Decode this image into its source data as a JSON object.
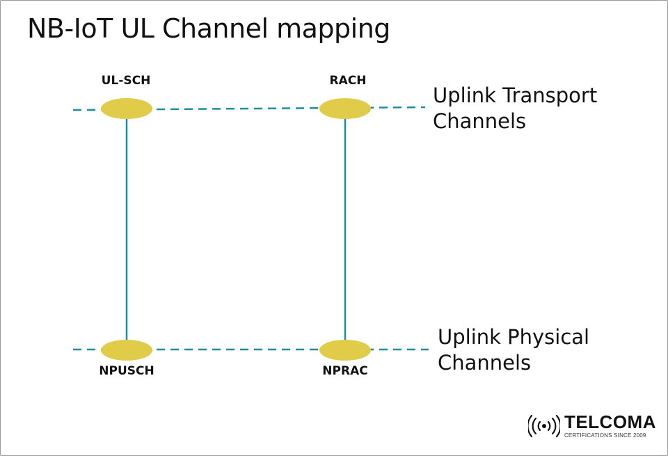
{
  "title": "NB-IoT UL Channel mapping",
  "colors": {
    "node_fill": "#e0cc48",
    "link_line": "#1a8ea4",
    "text": "#111111"
  },
  "transport_layer": {
    "label_line1": "Uplink Transport",
    "label_line2": "Channels",
    "nodes": [
      "UL-SCH",
      "RACH"
    ]
  },
  "physical_layer": {
    "label_line1": "Uplink Physical",
    "label_line2": "Channels",
    "nodes": [
      "NPUSCH",
      "NPRAC"
    ]
  },
  "mappings": [
    {
      "from": "UL-SCH",
      "to": "NPUSCH"
    },
    {
      "from": "RACH",
      "to": "NPRAC"
    }
  ],
  "logo": {
    "name": "TELCOMA",
    "tagline": "CERTIFICATIONS SINCE 2009",
    "icon": "radio-waves-icon"
  }
}
